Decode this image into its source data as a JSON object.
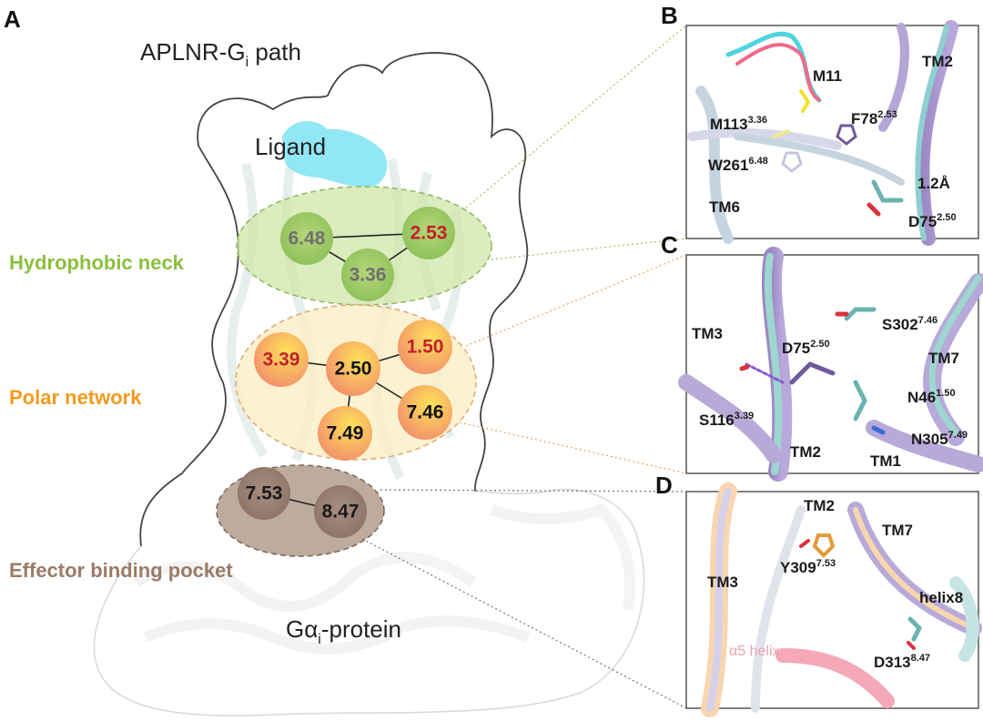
{
  "panels": {
    "a": "A",
    "b": "B",
    "c": "C",
    "d": "D"
  },
  "title": {
    "main": "APLNR-G",
    "sub": "i",
    "suffix": " path"
  },
  "ligand_label": "Ligand",
  "gprotein_label": {
    "main": "Gα",
    "sub": "i",
    "suffix": "-protein"
  },
  "regions": {
    "hydrophobic": "Hydrophobic neck",
    "polar": "Polar network",
    "effector": "Effector binding pocket"
  },
  "nodes": {
    "n648": "6.48",
    "n253": "2.53",
    "n336": "3.36",
    "n339": "3.39",
    "n250": "2.50",
    "n150": "1.50",
    "n749": "7.49",
    "n746": "7.46",
    "n753": "7.53",
    "n847": "8.47"
  },
  "panel_b": {
    "m11": "M11",
    "tm2": "TM2",
    "m113": "M113",
    "m113_sup": "3.36",
    "f78": "F78",
    "f78_sup": "2.53",
    "w261": "W261",
    "w261_sup": "6.48",
    "dist": "1.2Å",
    "tm6": "TM6",
    "d75": "D75",
    "d75_sup": "2.50"
  },
  "panel_c": {
    "tm3": "TM3",
    "s302": "S302",
    "s302_sup": "7.46",
    "d75": "D75",
    "d75_sup": "2.50",
    "tm7": "TM7",
    "n46": "N46",
    "n46_sup": "1.50",
    "s116": "S116",
    "s116_sup": "3.39",
    "tm2": "TM2",
    "tm1": "TM1",
    "n305": "N305",
    "n305_sup": "7.49"
  },
  "panel_d": {
    "tm2": "TM2",
    "tm7": "TM7",
    "tm3": "TM3",
    "y309": "Y309",
    "y309_sup": "7.53",
    "helix8": "helix8",
    "a5": "α5 helix",
    "d313": "D313",
    "d313_sup": "8.47"
  },
  "colors": {
    "hydrophobic": "#8dbf3f",
    "polar": "#f39a1e",
    "effector": "#9a7b67",
    "red_text": "#c0212a",
    "gray_text": "#707070"
  }
}
